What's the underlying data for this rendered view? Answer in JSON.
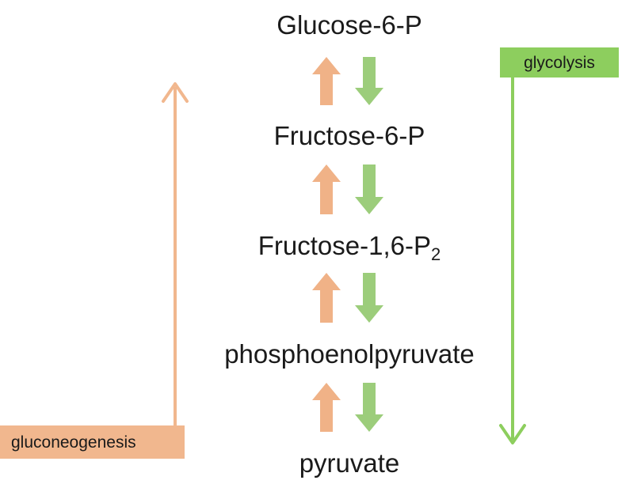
{
  "metabolites": [
    {
      "text": "Glucose-6-P",
      "sub": ""
    },
    {
      "text": "Fructose-6-P",
      "sub": ""
    },
    {
      "text": "Fructose-1,6-P",
      "sub": "2"
    },
    {
      "text": "phosphoenolpyruvate",
      "sub": ""
    },
    {
      "text": "pyruvate",
      "sub": ""
    }
  ],
  "pathways": {
    "glycolysis": {
      "label": "glycolysis",
      "direction": "down",
      "color": "#8dce5e"
    },
    "gluconeogenesis": {
      "label": "gluconeogenesis",
      "direction": "up",
      "color": "#f1b78e"
    }
  },
  "colors": {
    "up_arrow": "#f0b287",
    "down_arrow": "#9ccd7b",
    "text": "#1a1a1a"
  }
}
